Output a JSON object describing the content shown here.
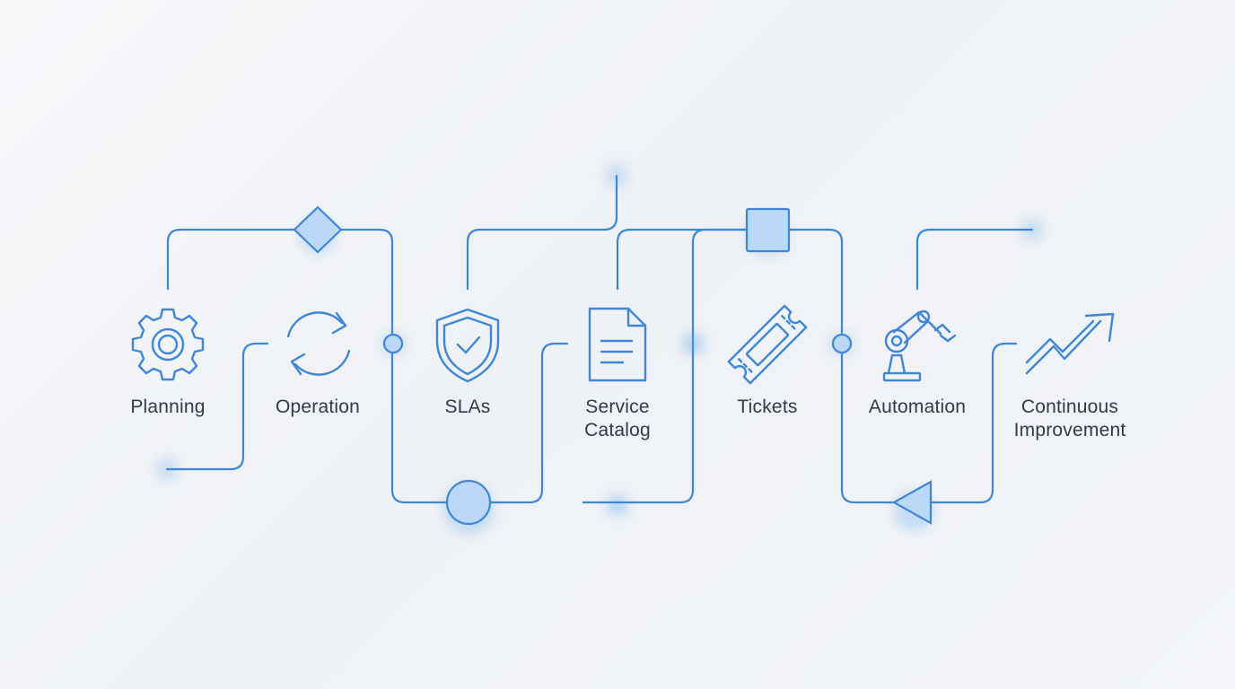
{
  "steps": [
    {
      "label": "Planning",
      "icon": "gear-icon"
    },
    {
      "label": "Operation",
      "icon": "refresh-cycle-icon"
    },
    {
      "label": "SLAs",
      "icon": "shield-check-icon"
    },
    {
      "label": "Service\nCatalog",
      "icon": "document-icon"
    },
    {
      "label": "Tickets",
      "icon": "ticket-icon"
    },
    {
      "label": "Automation",
      "icon": "robot-arm-icon"
    },
    {
      "label": "Continuous\nImprovement",
      "icon": "trend-up-arrow-icon"
    }
  ],
  "colors": {
    "accent": "#3f87d6",
    "node_fill": "#bcd8f7",
    "text": "#2f3b48",
    "background": "#eef1f5"
  }
}
